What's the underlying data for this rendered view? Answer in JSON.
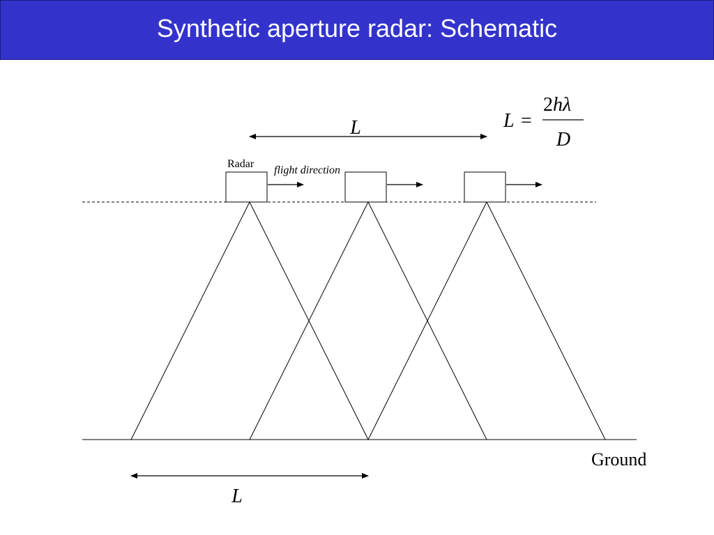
{
  "title": "Synthetic aperture radar: Schematic",
  "colors": {
    "title_bar": "#3333cc",
    "title_text": "#ffffff",
    "line": "#000000"
  },
  "labels": {
    "top_length": "L",
    "bottom_length": "L",
    "radar": "Radar",
    "flight_direction": "flight direction",
    "ground": "Ground"
  },
  "formula": {
    "lhs": "L",
    "equals": "=",
    "numerator_coef": "2",
    "numerator_h": "h",
    "numerator_lambda": "λ",
    "denominator": "D"
  }
}
